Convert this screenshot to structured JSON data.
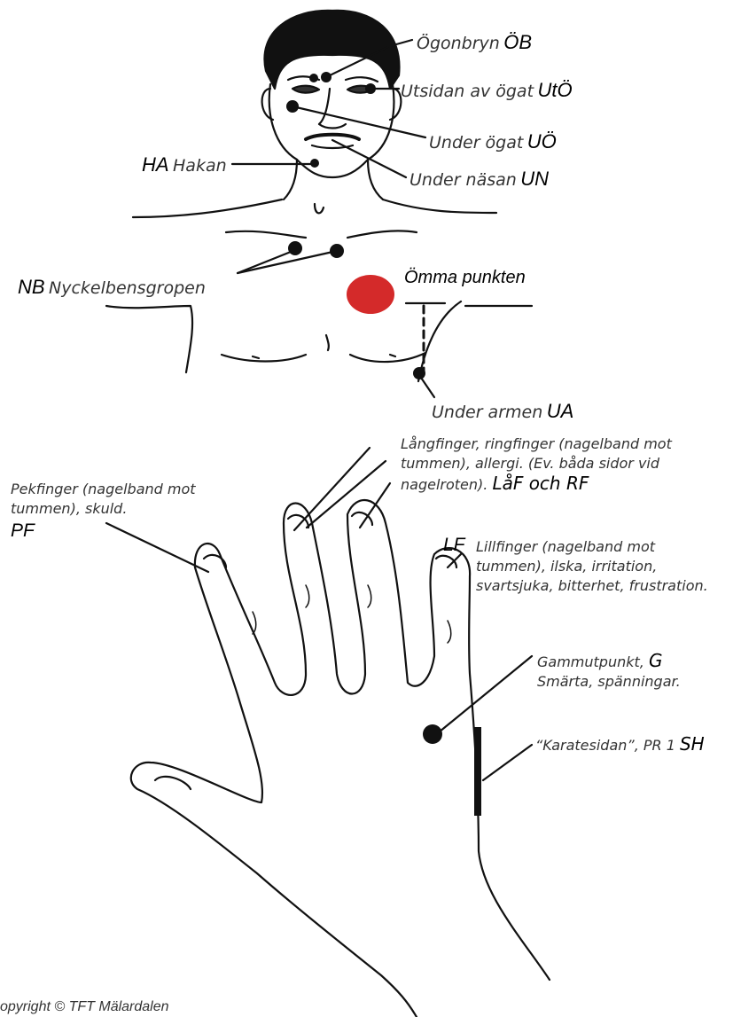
{
  "face": {
    "ob": {
      "label": "Ögonbryn",
      "code": "ÖB"
    },
    "uto": {
      "label": "Utsidan av ögat",
      "code": "UtÖ"
    },
    "uo": {
      "label": "Under ögat",
      "code": "UÖ"
    },
    "un": {
      "label": "Under näsan",
      "code": "UN"
    },
    "ha": {
      "label": "Hakan",
      "code": "HA"
    }
  },
  "torso": {
    "nb": {
      "label": "Nyckelbensgropen",
      "code": "NB"
    },
    "omma": {
      "label": "Ömma punkten",
      "color": "#d42a2a"
    },
    "ua": {
      "label": "Under armen",
      "code": "UA"
    }
  },
  "hand": {
    "pf": {
      "text": "Pekfinger (nagelband mot tummen), skuld.",
      "code": "PF"
    },
    "laf": {
      "line1": "Långfinger, ringfinger (nagelband mot",
      "line2": "tummen), allergi. (Ev. båda sidor vid",
      "line3": "nagelroten).",
      "code": "LåF och RF"
    },
    "lf": {
      "code": "LF",
      "line1": "Lillfinger (nagelband mot",
      "line2": "tummen), ilska, irritation,",
      "line3": "svartsjuka, bitterhet, frustration."
    },
    "g": {
      "line1": "Gammutpunkt,",
      "code": "G",
      "line2": "Smärta, spänningar."
    },
    "sh": {
      "text": "“Karatesidan”, PR 1",
      "code": "SH"
    }
  },
  "footer": {
    "copyright": "opyright © TFT Mälardalen"
  }
}
